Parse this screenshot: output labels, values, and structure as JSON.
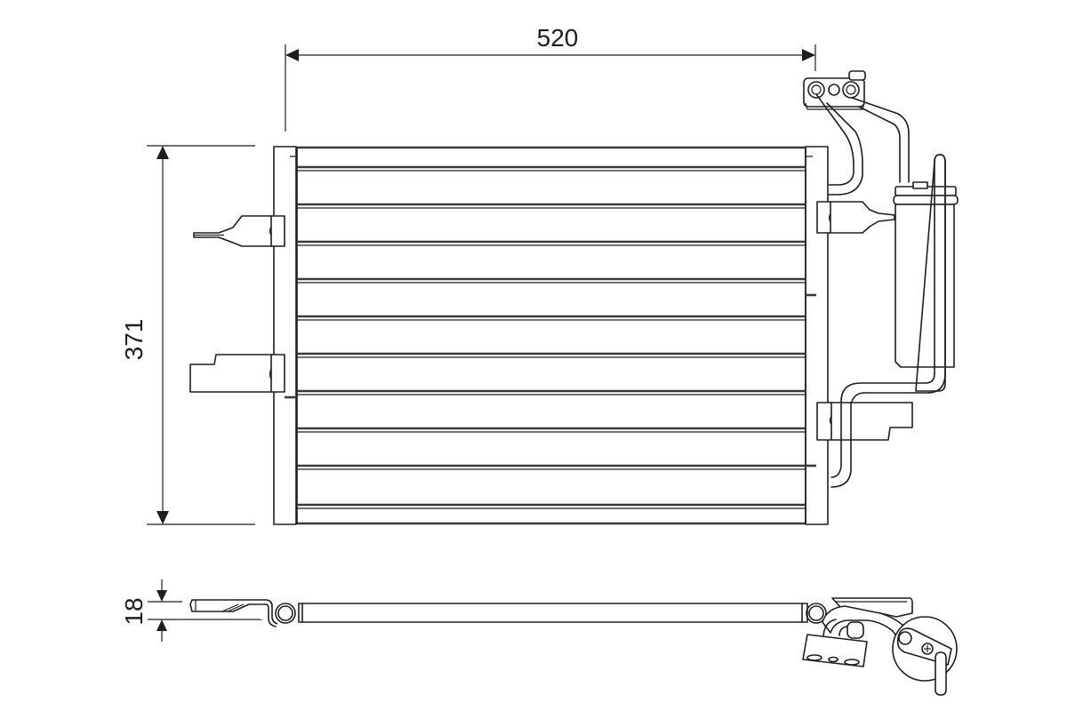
{
  "diagram": {
    "subject": "Condenser with receiver drier - technical drawing",
    "views": [
      "front-view",
      "top-view"
    ],
    "line_color": "#1e1e1e",
    "background": "#ffffff"
  },
  "dimensions": {
    "width": {
      "label": "520",
      "unit": "mm"
    },
    "height": {
      "label": "371",
      "unit": "mm"
    },
    "depth": {
      "label": "18",
      "unit": "mm"
    }
  }
}
